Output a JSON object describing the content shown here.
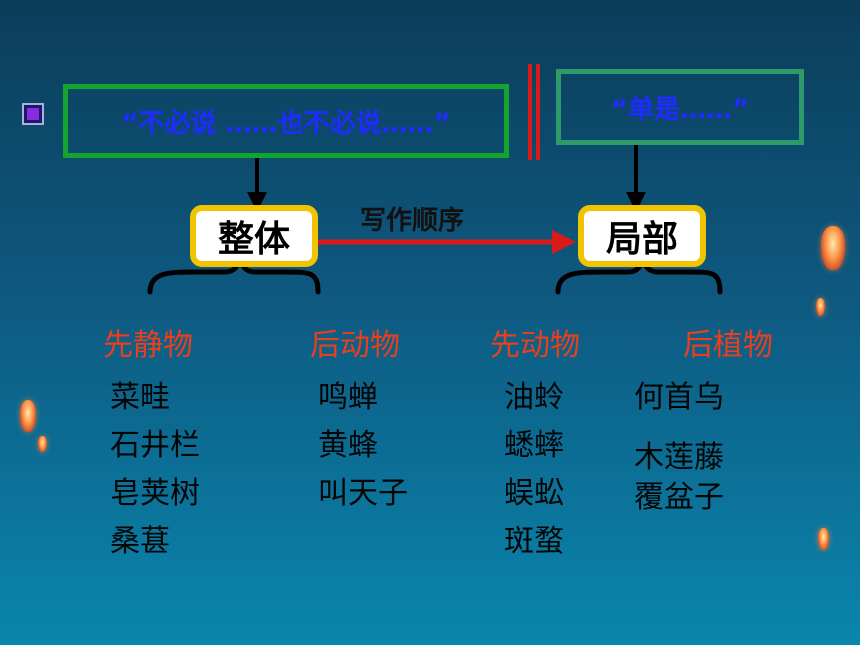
{
  "top_left_quote": "“不必说 ……也不必说……”",
  "top_right_quote": "“单是……”",
  "nodes": {
    "whole": "整体",
    "part": "局部"
  },
  "order_label": "写作顺序",
  "categories": [
    {
      "title": "先静物",
      "items": [
        "菜畦",
        "石井栏",
        "皂荚树",
        "桑葚"
      ]
    },
    {
      "title": "后动物",
      "items": [
        "鸣蝉",
        "黄蜂",
        "叫天子"
      ]
    },
    {
      "title": "先动物",
      "items": [
        "油蛉",
        "蟋蟀",
        "蜈蚣",
        "斑蝥"
      ]
    },
    {
      "title": "后植物",
      "items": [
        "何首乌",
        "木莲藤",
        "覆盆子"
      ]
    }
  ],
  "colors": {
    "box_green": "#13a52e",
    "quote_text": "#1f2bff",
    "node_border": "#f2c300",
    "category_text": "#e8401e",
    "arrow_red": "#d81a1a"
  }
}
